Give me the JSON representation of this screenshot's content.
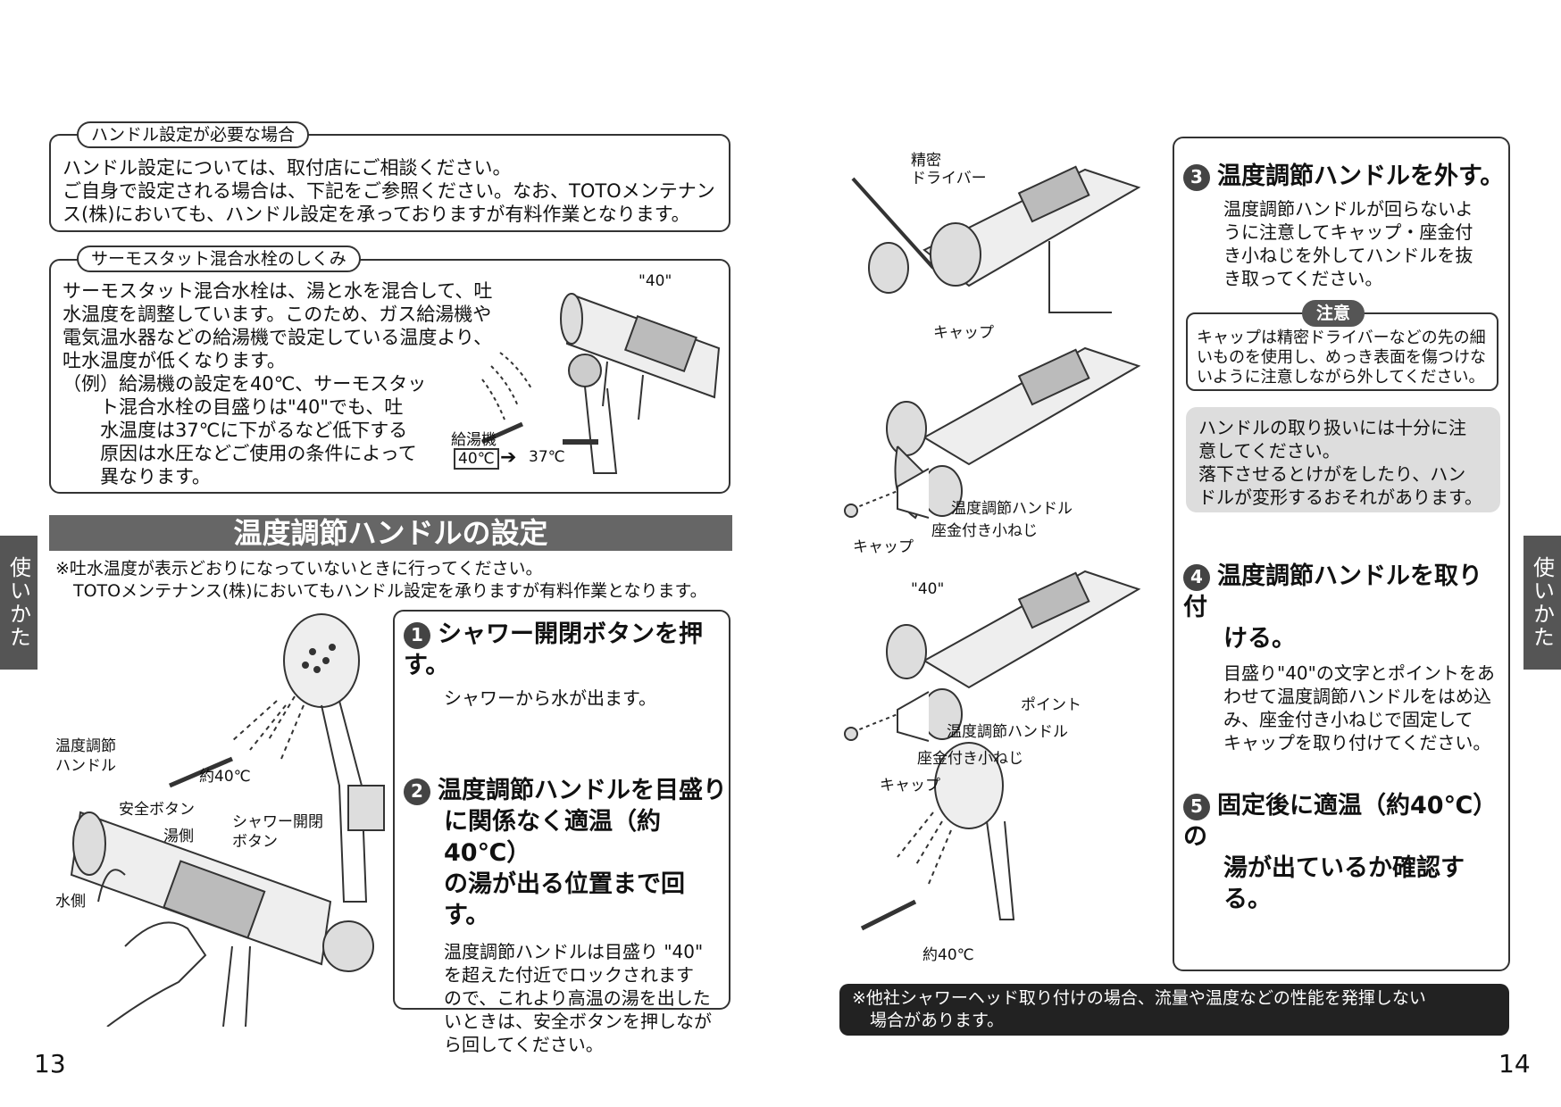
{
  "left": {
    "box1": {
      "title": "ハンドル設定が必要な場合",
      "lines": [
        "ハンドル設定については、取付店にご相談ください。",
        "ご自身で設定される場合は、下記をご参照ください。なお、TOTOメンテナン",
        "ス(株)においても、ハンドル設定を承っておりますが有料作業となります。"
      ]
    },
    "box2": {
      "title": "サーモスタット混合水栓のしくみ",
      "lines": [
        "サーモスタット混合水栓は、湯と水を混合して、吐",
        "水温度を調整しています。このため、ガス給湯機や",
        "電気温水器などの給湯機で設定している温度より、",
        "吐水温度が低くなります。",
        "（例）給湯機の設定を40℃、サーモスタッ",
        "ト混合水栓の目盛りは\"40\"でも、吐",
        "水温度は37℃に下がるなど低下する",
        "原因は水圧などご使用の条件によって",
        "異なります。"
      ],
      "fig": {
        "mark": "\"40\"",
        "heater": "給湯機",
        "from": "40℃",
        "to": "37℃"
      }
    },
    "section_title": "温度調節ハンドルの設定",
    "notes": [
      "※吐水温度が表示どおりになっていないときに行ってください。",
      "TOTOメンテナンス(株)においてもハンドル設定を承りますが有料作業となります。"
    ],
    "fig": {
      "temp_handle": [
        "温度調節",
        "ハンドル"
      ],
      "approx": "約40℃",
      "safety_button": "安全ボタン",
      "hot_side": "湯側",
      "shower_button": [
        "シャワー開閉",
        "ボタン"
      ],
      "cold_side": "水側"
    },
    "step1": {
      "num": "1",
      "title": "シャワー開閉ボタンを押す。",
      "body": "シャワーから水が出ます。"
    },
    "step2": {
      "num": "2",
      "title": [
        "温度調節ハンドルを目盛り",
        "に関係なく適温（約40℃）",
        "の湯が出る位置まで回す。"
      ],
      "body": [
        "温度調節ハンドルは目盛り \"40\"",
        "を超えた付近でロックされます",
        "ので、これより高温の湯を出した",
        "いときは、安全ボタンを押しなが",
        "ら回してください。"
      ]
    },
    "side_tab": "使いかた",
    "page_number": "13"
  },
  "right": {
    "fig": {
      "driver": [
        "精密",
        "ドライバー"
      ],
      "cap1": "キャップ",
      "handle1": "温度調節ハンドル",
      "screw1": "座金付き小ねじ",
      "cap2": "キャップ",
      "mark": "\"40\"",
      "point": "ポイント",
      "handle2": "温度調節ハンドル",
      "screw2": "座金付き小ねじ",
      "cap3": "キャップ",
      "approx": "約40℃"
    },
    "step3": {
      "num": "3",
      "title": "温度調節ハンドルを外す。",
      "body": [
        "温度調節ハンドルが回らないよ",
        "うに注意してキャップ・座金付",
        "き小ねじを外してハンドルを抜",
        "き取ってください。"
      ]
    },
    "caution": {
      "label": "注意",
      "lines": [
        "キャップは精密ドライバーなどの先の細",
        "いものを使用し、めっき表面を傷つけな",
        "いように注意しながら外してください。"
      ]
    },
    "warning": [
      "ハンドルの取り扱いには十分に注",
      "意してください。",
      "落下させるとけがをしたり、ハン",
      "ドルが変形するおそれがあります。"
    ],
    "step4": {
      "num": "4",
      "title": [
        "温度調節ハンドルを取り付",
        "ける。"
      ],
      "body": [
        "目盛り\"40\"の文字とポイントをあ",
        "わせて温度調節ハンドルをはめ込",
        "み、座金付き小ねじで固定して",
        "キャップを取り付けてください。"
      ]
    },
    "step5": {
      "num": "5",
      "title": [
        "固定後に適温（約40℃）の",
        "湯が出ているか確認する。"
      ]
    },
    "bottom_note": [
      "※他社シャワーヘッド取り付けの場合、流量や温度などの性能を発揮しない",
      "場合があります。"
    ],
    "side_tab": "使いかた",
    "page_number": "14"
  }
}
